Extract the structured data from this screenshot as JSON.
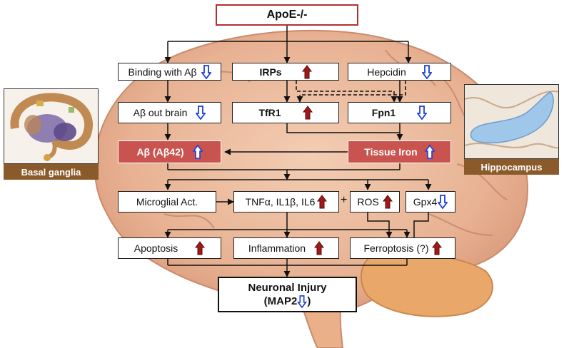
{
  "top": {
    "label": "ApoE-/-"
  },
  "row1": {
    "binding": "Binding with Aβ",
    "irps": "IRPs",
    "hepcidin": "Hepcidin"
  },
  "row2": {
    "abeta_out": "Aβ out brain",
    "tfr1": "TfR1",
    "fpn1": "Fpn1"
  },
  "row3": {
    "abeta42": "Aβ (Aβ42)",
    "tissue_iron": "Tissue Iron"
  },
  "row4": {
    "microglial": "Microglial Act.",
    "cytokines": "TNFα, IL1β, IL6",
    "plus": "+",
    "ros": "ROS",
    "gpx4": "Gpx4"
  },
  "row5": {
    "apoptosis": "Apoptosis",
    "inflammation": "Inflammation",
    "ferroptosis": "Ferroptosis (?)"
  },
  "bottom": {
    "line1": "Neuronal Injury",
    "line2_prefix": "(MAP2",
    "line2_suffix": " )"
  },
  "side_panels": {
    "left_label": "Basal ganglia",
    "right_label": "Hippocampus"
  },
  "colors": {
    "up_arrow": "#a01818",
    "down_arrow": "#1a3fd6",
    "highlight_box": "#c9534f",
    "top_border": "#b03030"
  }
}
